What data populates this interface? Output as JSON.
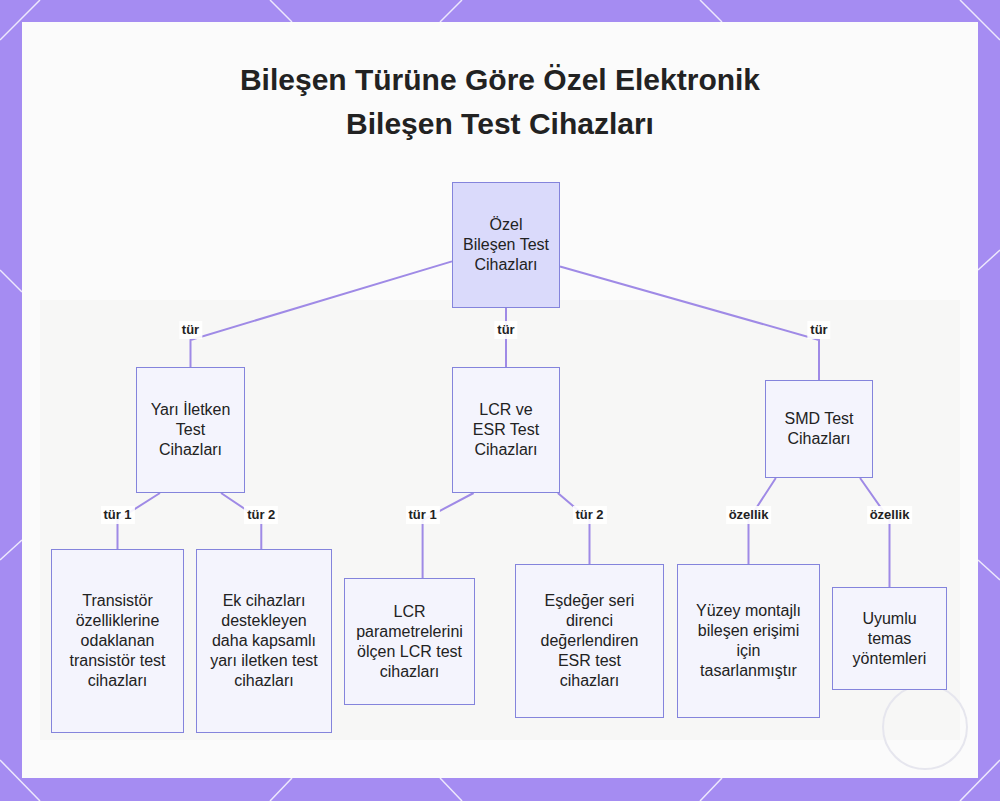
{
  "diagram": {
    "title": "Bileşen Türüne Göre Özel Elektronik Bileşen Test Cihazları",
    "nodes": [
      {
        "text": [
          "Özel Bileşen Test Cihazları"
        ]
      },
      {
        "text": [
          "Yarı İletken Test Cihazları"
        ]
      },
      {
        "text": [
          "LCR ve ESR Test Cihazları"
        ]
      },
      {
        "text": [
          "SMD Test Cihazları"
        ]
      },
      {
        "text": [
          "Transistör özelliklerine odaklanan transistör test cihazları"
        ]
      },
      {
        "text": [
          "Ek cihazları destekleyen daha kapsamlı yarı iletken test cihazları"
        ]
      },
      {
        "text": [
          "LCR parametrelerini ölçen LCR test cihazları"
        ]
      },
      {
        "text": [
          "Eşdeğer seri direnci değerlendiren ESR test cihazları"
        ]
      },
      {
        "text": [
          "Yüzey montajlı bileşen erişimi için tasarlanmıştır"
        ]
      },
      {
        "text": [
          "Uyumlu temas yöntemleri"
        ]
      }
    ],
    "edges": [
      {
        "from": 0,
        "to": 1,
        "label": "tür",
        "arrow": "none"
      },
      {
        "from": 0,
        "to": 2,
        "label": "tür",
        "arrow": "none"
      },
      {
        "from": 0,
        "to": 3,
        "label": "tür",
        "arrow": "none"
      },
      {
        "from": 1,
        "to": 4,
        "label": "tür 1",
        "arrow": "none"
      },
      {
        "from": 1,
        "to": 5,
        "label": "tür 2",
        "arrow": "none"
      },
      {
        "from": 2,
        "to": 6,
        "label": "tür 1",
        "arrow": "none"
      },
      {
        "from": 2,
        "to": 7,
        "label": "tür 2",
        "arrow": "none"
      },
      {
        "from": 3,
        "to": 8,
        "label": "özellik",
        "arrow": "none"
      },
      {
        "from": 3,
        "to": 9,
        "label": "özellik",
        "arrow": "none"
      }
    ]
  }
}
